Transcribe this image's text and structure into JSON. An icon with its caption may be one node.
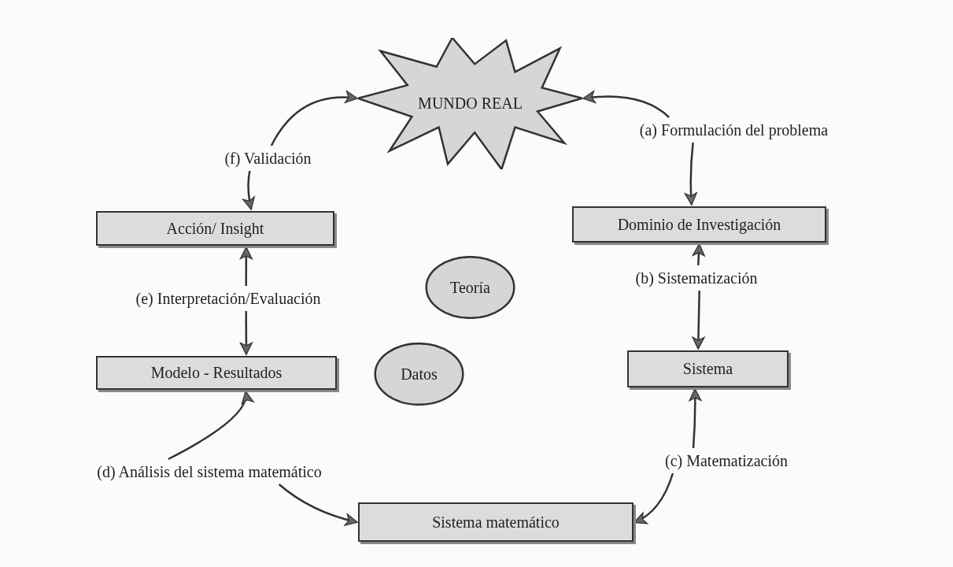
{
  "diagram": {
    "nodes": [
      {
        "text": [
          "MUNDO REAL"
        ]
      },
      {
        "text": [
          "(f) Validación"
        ]
      },
      {
        "text": [
          "(a) Formulación del problema"
        ]
      },
      {
        "text": [
          "Acción/ Insight"
        ]
      },
      {
        "text": [
          "Dominio de Investigación"
        ]
      },
      {
        "text": [
          "Teoría"
        ]
      },
      {
        "text": [
          "(e) Interpretación/Evaluación"
        ]
      },
      {
        "text": [
          "(b) Sistematización"
        ]
      },
      {
        "text": [
          "Modelo  - Resultados"
        ]
      },
      {
        "text": [
          "Datos"
        ]
      },
      {
        "text": [
          "Sistema"
        ]
      },
      {
        "text": [
          "(d) Análisis del sistema matemático"
        ]
      },
      {
        "text": [
          "(c) Matematización"
        ]
      },
      {
        "text": [
          "Sistema matemático"
        ]
      }
    ],
    "edges": [
      {
        "from": 1,
        "to": 0,
        "arrow": "to"
      },
      {
        "from": 2,
        "to": 0,
        "arrow": "to"
      },
      {
        "from": 1,
        "to": 3,
        "arrow": "to"
      },
      {
        "from": 6,
        "to": 3,
        "arrow": "to"
      },
      {
        "from": 6,
        "to": 8,
        "arrow": "to"
      },
      {
        "from": 11,
        "to": 8,
        "arrow": "to"
      },
      {
        "from": 11,
        "to": 13,
        "arrow": "to"
      },
      {
        "from": 12,
        "to": 13,
        "arrow": "to"
      },
      {
        "from": 12,
        "to": 10,
        "arrow": "to"
      },
      {
        "from": 7,
        "to": 10,
        "arrow": "to"
      },
      {
        "from": 7,
        "to": 4,
        "arrow": "to"
      },
      {
        "from": 2,
        "to": 4,
        "arrow": "to"
      }
    ]
  }
}
